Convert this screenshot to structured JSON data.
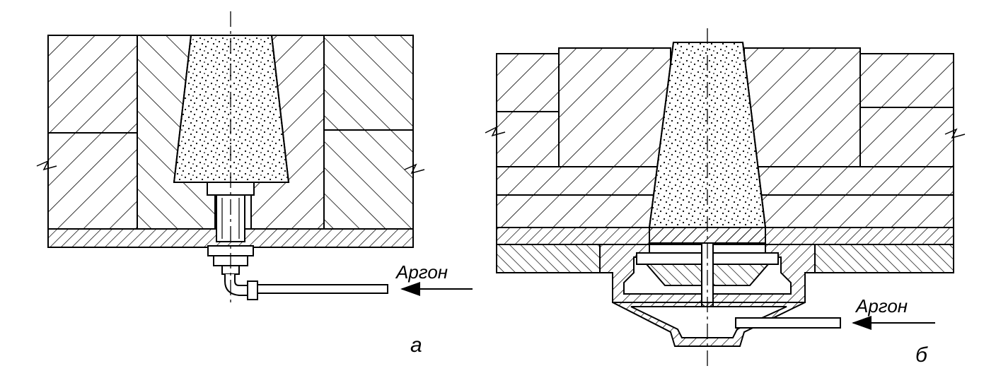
{
  "labels": {
    "argon_left": "Аргон",
    "argon_right": "Аргон",
    "view_a": "а",
    "view_b": "б"
  },
  "colors": {
    "ink": "#000000",
    "paper": "#ffffff"
  }
}
